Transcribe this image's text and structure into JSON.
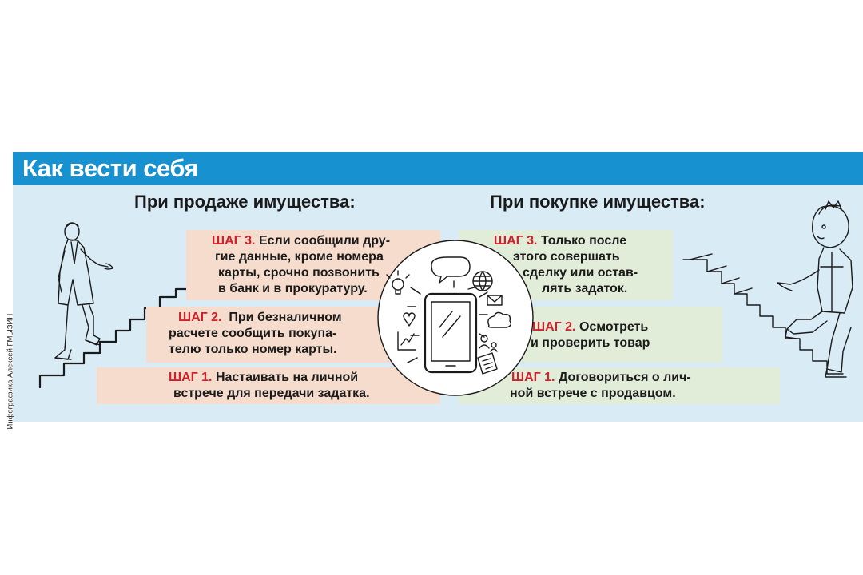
{
  "header": {
    "title": "Как вести себя"
  },
  "credit": "Инфографика Алексей ГМЫЗИН",
  "sale": {
    "heading": "При продаже имущества:",
    "steps": [
      {
        "label": "ШАГ 1.",
        "lines": [
          "Настаивать на личной",
          "встрече для передачи задатка."
        ]
      },
      {
        "label": "ШАГ 2.",
        "lines": [
          "При безналичном",
          "расчете сообщить покупа-",
          "телю только номер карты."
        ]
      },
      {
        "label": "ШАГ 3.",
        "lines": [
          "Если сообщили дру-",
          "гие данные, кроме номера",
          "карты, срочно позвонить",
          "в банк и в прокуратуру."
        ]
      }
    ]
  },
  "purchase": {
    "heading": "При покупке имущества:",
    "steps": [
      {
        "label": "ШАГ 1.",
        "lines": [
          "Договориться о лич-",
          "ной встрече с продавцом."
        ]
      },
      {
        "label": "ШАГ 2.",
        "lines": [
          "Осмотреть",
          "и проверить товар"
        ]
      },
      {
        "label": "ШАГ 3.",
        "lines": [
          "Только после",
          "этого совершать",
          "сделку или остав-",
          "лять задаток."
        ]
      }
    ]
  },
  "colors": {
    "banner": "#1791d0",
    "panel": "#d9ecf6",
    "sale_box": "#f6dccc",
    "purchase_box": "#e2edd9",
    "step_label": "#d0202a"
  },
  "illustrations": {
    "left": "man-climbing-stairs",
    "center": "smartphone-with-icons",
    "right": "boy-climbing-stairs"
  }
}
